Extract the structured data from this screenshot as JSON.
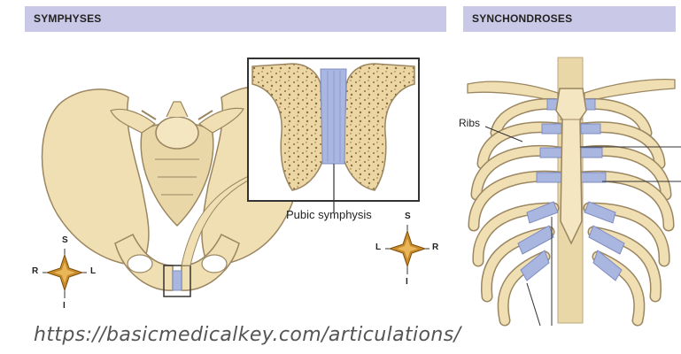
{
  "headers": {
    "left": "SYMPHYSES",
    "right": "SYNCHONDROSES"
  },
  "labels": {
    "pubic_symphysis": "Pubic symphysis",
    "ribs": "Ribs"
  },
  "compass_left": {
    "top": "S",
    "left": "R",
    "right": "L",
    "bottom": "I"
  },
  "compass_right": {
    "top": "S",
    "left": "L",
    "right": "R",
    "bottom": "I"
  },
  "source_url": "https://basicmedicalkey.com/articulations/",
  "colors": {
    "header_bg": "#c9c8e6",
    "bone": "#f1dfb4",
    "bone_outline": "#9a8660",
    "cartilage": "#a9b6e0",
    "compass": "#c98a2a"
  }
}
